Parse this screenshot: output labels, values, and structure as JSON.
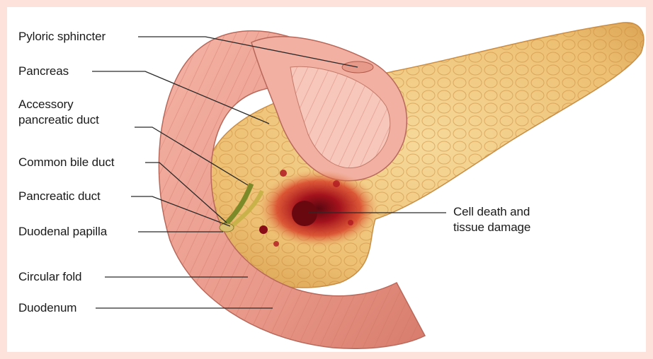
{
  "colors": {
    "frame_border": "#fde2dc",
    "background": "#ffffff",
    "pancreas": "#f0c878",
    "duodenum": "#eea497",
    "lesion": "#b8141e",
    "leader_line": "#2a2a2a"
  },
  "labels": {
    "pyloric_sphincter": "Pyloric sphincter",
    "pancreas": "Pancreas",
    "accessory_line1": "Accessory",
    "accessory_line2": "pancreatic duct",
    "common_bile_duct": "Common bile duct",
    "pancreatic_duct": "Pancreatic duct",
    "duodenal_papilla": "Duodenal papilla",
    "circular_fold": "Circular fold",
    "duodenum": "Duodenum",
    "cell_death_line1": "Cell death and",
    "cell_death_line2": "tissue damage"
  }
}
